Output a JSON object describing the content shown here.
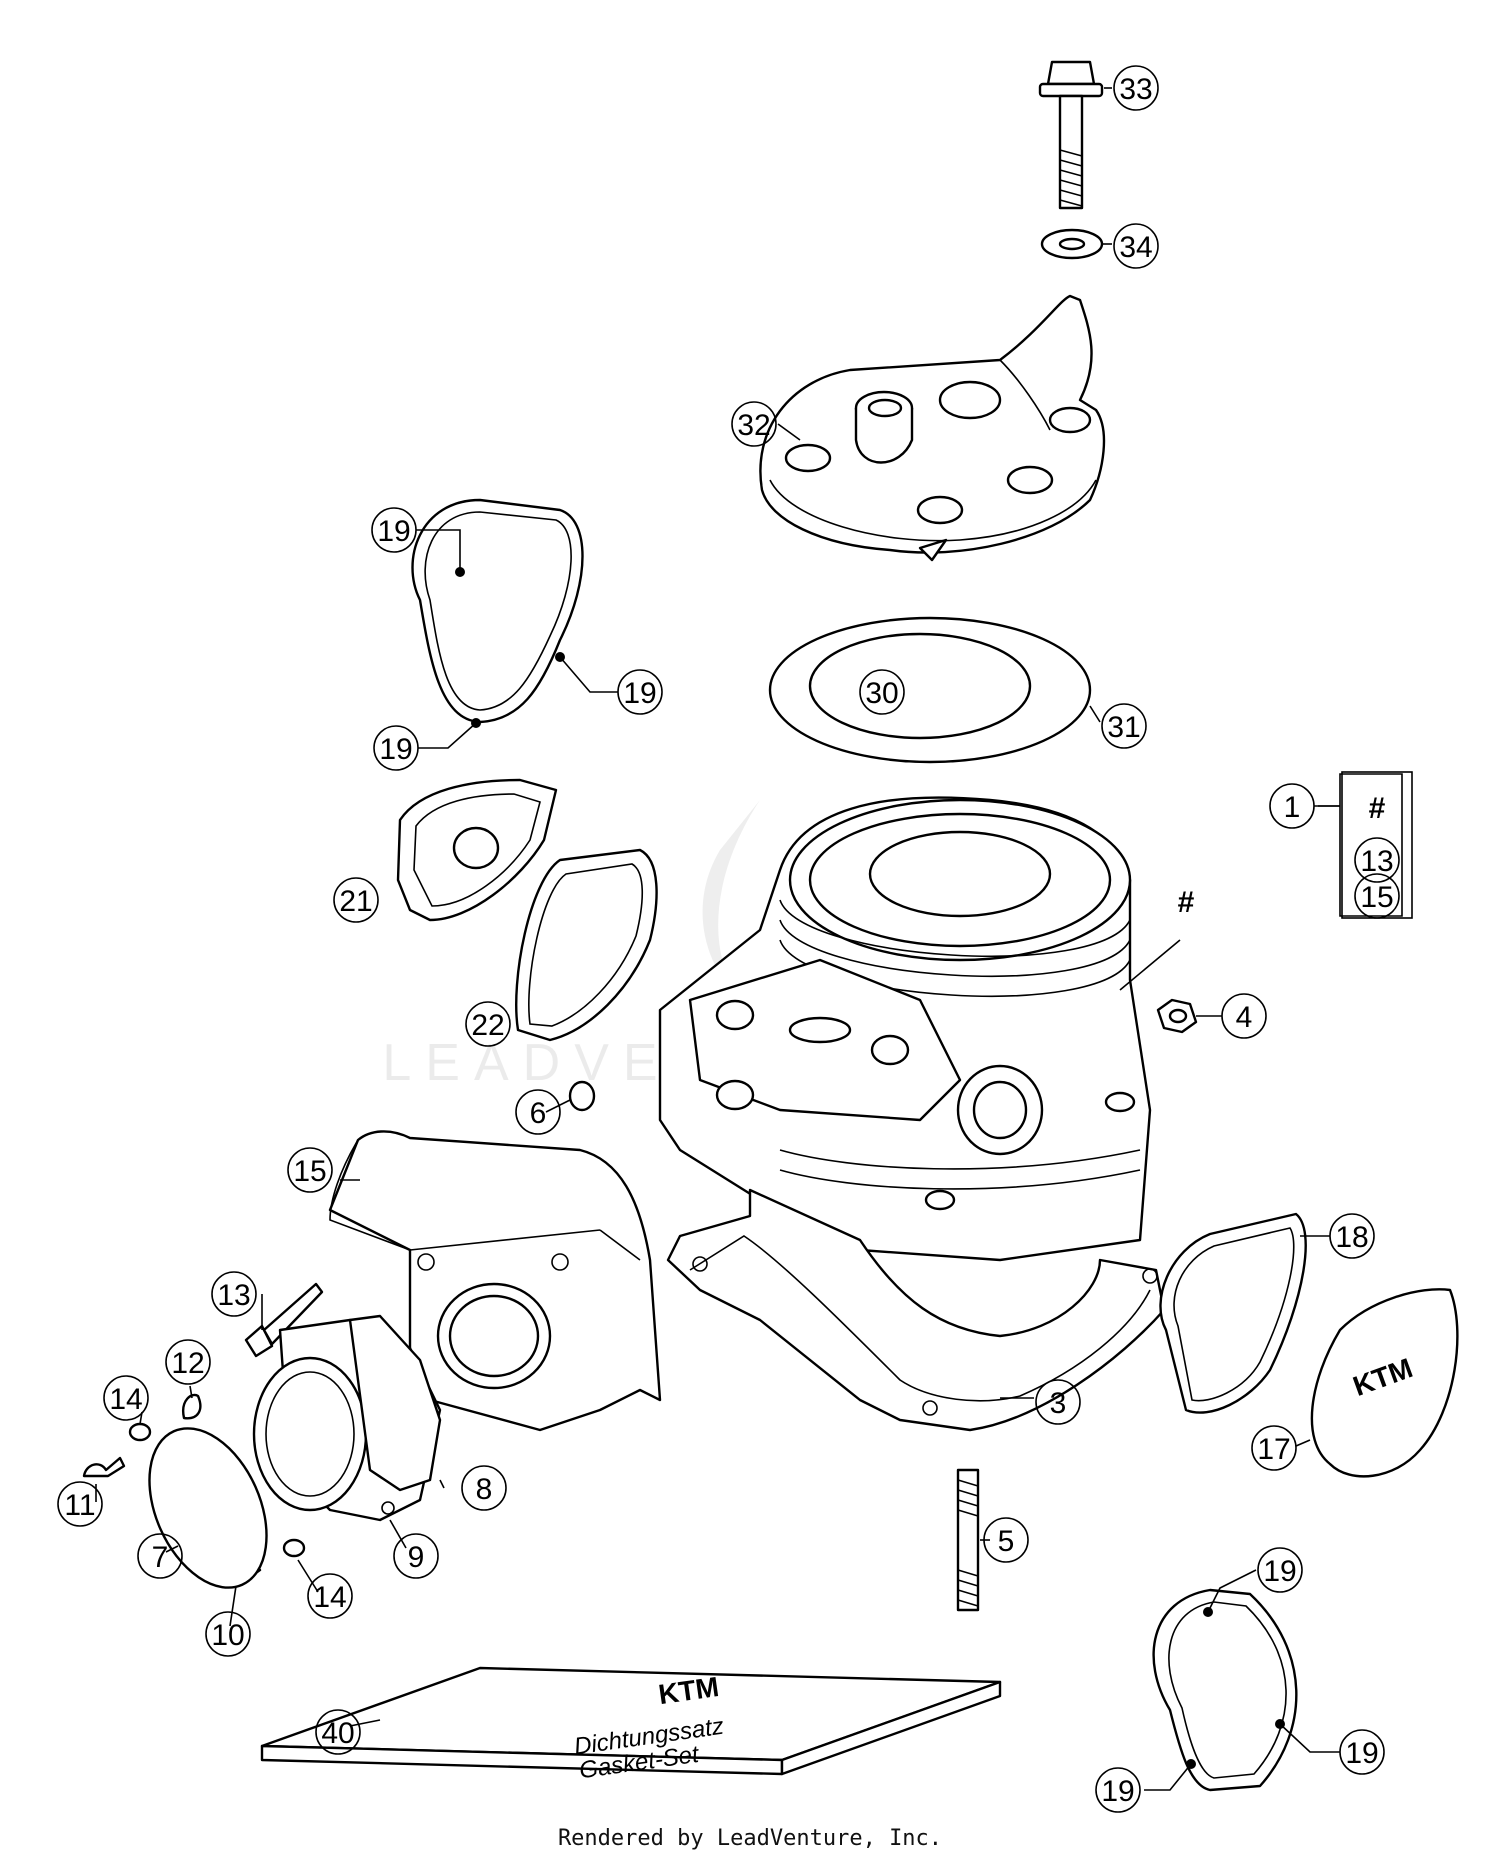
{
  "footer": "Rendered by LeadVenture, Inc.",
  "callouts": {
    "c33": "33",
    "c34": "34",
    "c32": "32",
    "c19a": "19",
    "c19b": "19",
    "c19c": "19",
    "c30": "30",
    "c31": "31",
    "c1": "1",
    "legend_hash": "#",
    "legend_13": "13",
    "legend_15": "15",
    "c21": "21",
    "c22": "22",
    "cyl_hash": "#",
    "c4": "4",
    "c6": "6",
    "c15": "15",
    "c18": "18",
    "c13": "13",
    "c12": "12",
    "c14a": "14",
    "c3": "3",
    "c11": "11",
    "c8": "8",
    "c17": "17",
    "c7": "7",
    "c9": "9",
    "c5": "5",
    "c10": "10",
    "c14b": "14",
    "c19d": "19",
    "c40": "40",
    "c19e": "19",
    "c19f": "19"
  },
  "gasket_set": {
    "brand": "KTM",
    "line1": "Dichtungssatz",
    "line2": "Gasket-Set"
  },
  "cover_logo": "KTM",
  "watermark": "LEADVENTURE, INC."
}
